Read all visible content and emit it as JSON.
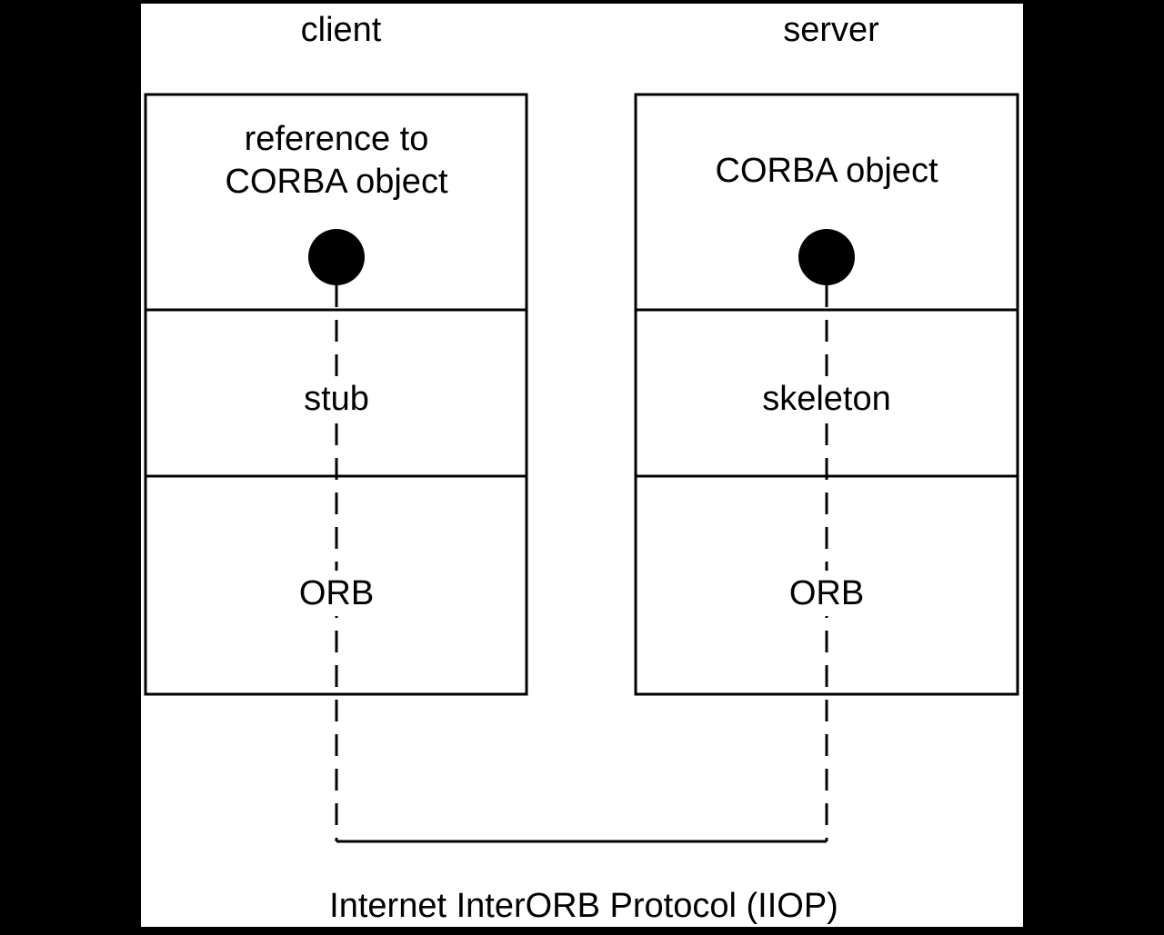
{
  "diagram": {
    "client_label": "client",
    "server_label": "server",
    "client_stack": {
      "top_line1": "reference to",
      "top_line2": "CORBA object",
      "middle": "stub",
      "bottom": "ORB"
    },
    "server_stack": {
      "top": "CORBA object",
      "middle": "skeleton",
      "bottom": "ORB"
    },
    "protocol_label": "Internet InterORB Protocol (IIOP)"
  },
  "colors": {
    "background": "#000000",
    "panel": "#ffffff",
    "ink": "#000000"
  }
}
